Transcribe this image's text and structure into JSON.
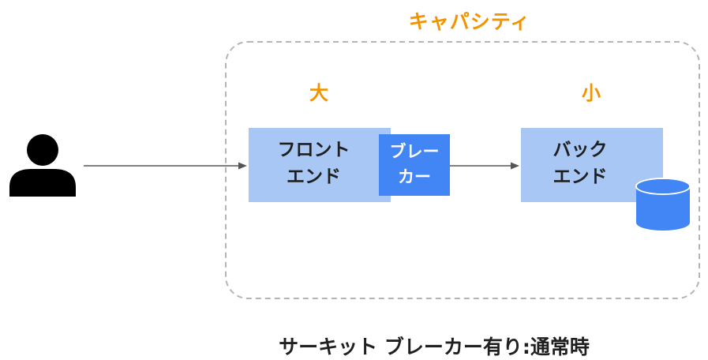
{
  "diagram": {
    "capacity_title": "キャパシティ",
    "size_large": "大",
    "size_small": "小",
    "frontend": {
      "line1": "フロント",
      "line2": "エンド"
    },
    "circuit_breaker": {
      "line1": "ブレー",
      "line2": "カー"
    },
    "backend": {
      "line1": "バック",
      "line2": "エンド"
    },
    "caption": "サーキット ブレーカー有り:通常時",
    "icons": [
      "user-icon",
      "database-icon"
    ],
    "colors": {
      "accent_orange": "#f29400",
      "light_blue": "#a8c7f5",
      "blue": "#4285f4",
      "dashed_border": "#b5b5b5",
      "arrow": "#555555",
      "user": "#000000"
    }
  }
}
